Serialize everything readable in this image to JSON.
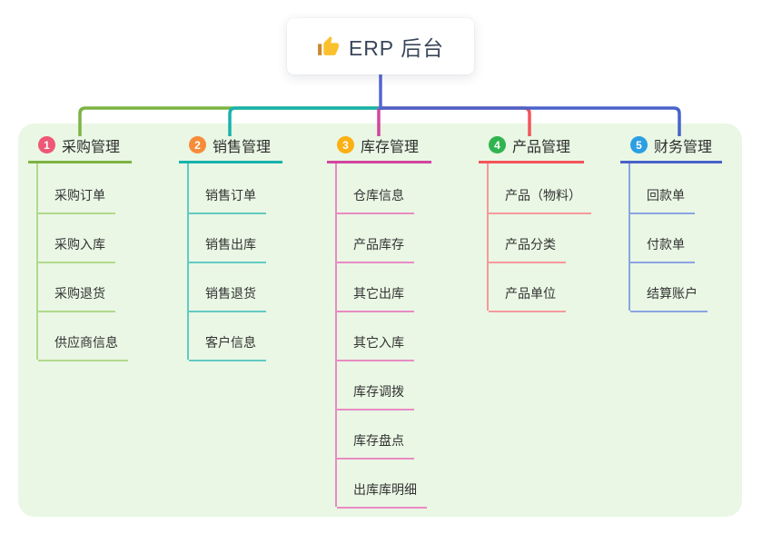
{
  "app": {
    "kind": "mindmap-diagram"
  },
  "root": {
    "title": "ERP 后台",
    "icon": "thumbs-up-icon",
    "icon_colors": {
      "hand": "#fbc02d",
      "cuff": "#c98a33"
    },
    "stem_color": "#5565d2"
  },
  "canvas": {
    "background_color": "#e9f7e4"
  },
  "branches": [
    {
      "index": "1",
      "title": "采购管理",
      "color": "#7cb342",
      "light": "#b2d98e",
      "badge": "#ee5776",
      "children": [
        "采购订单",
        "采购入库",
        "采购退货",
        "供应商信息"
      ]
    },
    {
      "index": "2",
      "title": "销售管理",
      "color": "#16b3ab",
      "light": "#63cac3",
      "badge": "#f68c3a",
      "children": [
        "销售订单",
        "销售出库",
        "销售退货",
        "客户信息"
      ]
    },
    {
      "index": "3",
      "title": "库存管理",
      "color": "#d2449f",
      "light": "#ea8ac4",
      "badge": "#fbb015",
      "children": [
        "仓库信息",
        "产品库存",
        "其它出库",
        "其它入库",
        "库存调拨",
        "库存盘点",
        "出库库明细"
      ]
    },
    {
      "index": "4",
      "title": "产品管理",
      "color": "#f4545c",
      "light": "#f8989d",
      "badge": "#30b450",
      "children": [
        "产品（物料）",
        "产品分类",
        "产品单位"
      ]
    },
    {
      "index": "5",
      "title": "财务管理",
      "color": "#4a62c9",
      "light": "#8ba4e2",
      "badge": "#2b9fe2",
      "children": [
        "回款单",
        "付款单",
        "结算账户"
      ]
    }
  ]
}
